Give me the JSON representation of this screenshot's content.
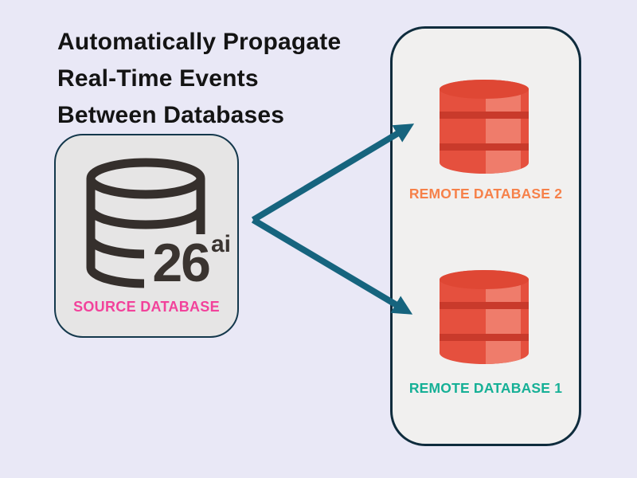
{
  "title": {
    "lines": [
      "Automatically Propagate",
      "Real-Time Events",
      "Between Databases"
    ]
  },
  "source_database": {
    "label": "SOURCE DATABASE",
    "label_color": "#F2429B",
    "badge_number": "26",
    "badge_superscript": "ai",
    "icon": "database-outline-icon",
    "box_fill": "#E6E5E5",
    "box_border": "#14384C",
    "icon_stroke": "#352F2C"
  },
  "remote_panel": {
    "box_fill": "#F1F0EF",
    "box_border": "#0F2C3D",
    "databases": [
      {
        "label": "REMOTE DATABASE 2",
        "label_color": "#F6814A",
        "icon": "database-red-icon"
      },
      {
        "label": "REMOTE DATABASE 1",
        "label_color": "#16B096",
        "icon": "database-red-icon"
      }
    ]
  },
  "arrows": {
    "color": "#16647E",
    "from": "SOURCE DATABASE",
    "to": [
      "REMOTE DATABASE 2",
      "REMOTE DATABASE 1"
    ]
  },
  "colors": {
    "background": "#E9E8F6",
    "red_cylinder_body": "#E5503E",
    "red_cylinder_top": "#DF4734",
    "red_cylinder_highlight": "#EF7C6B",
    "red_cylinder_band": "#C93A2B"
  }
}
